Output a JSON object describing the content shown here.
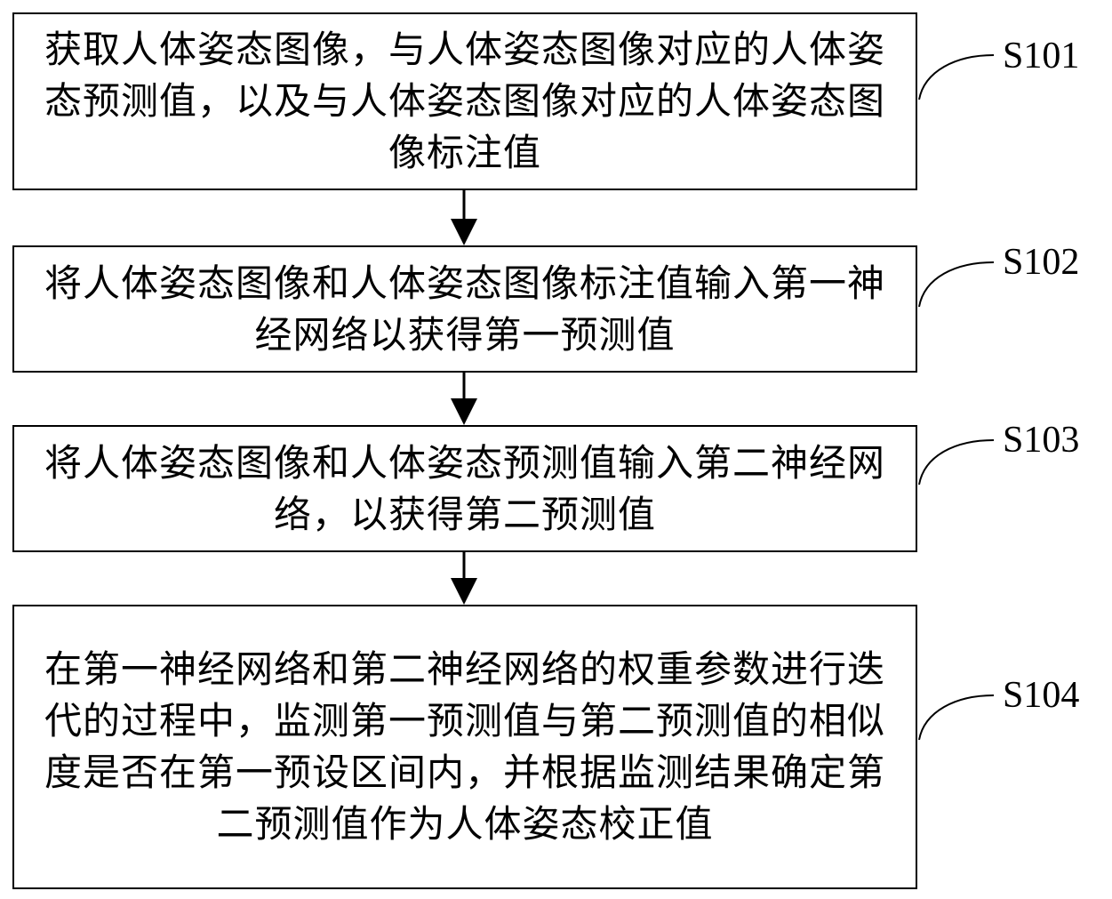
{
  "steps": [
    {
      "id": "S101",
      "text": "获取人体姿态图像，与人体姿态图像对应的人体姿态预测值，以及与人体姿态图像对应的人体姿态图像标注值"
    },
    {
      "id": "S102",
      "text": "将人体姿态图像和人体姿态图像标注值输入第一神经网络以获得第一预测值"
    },
    {
      "id": "S103",
      "text": "将人体姿态图像和人体姿态预测值输入第二神经网络，以获得第二预测值"
    },
    {
      "id": "S104",
      "text": "在第一神经网络和第二神经网络的权重参数进行迭代的过程中，监测第一预测值与第二预测值的相似度是否在第一预设区间内，并根据监测结果确定第二预测值作为人体姿态校正值"
    }
  ]
}
